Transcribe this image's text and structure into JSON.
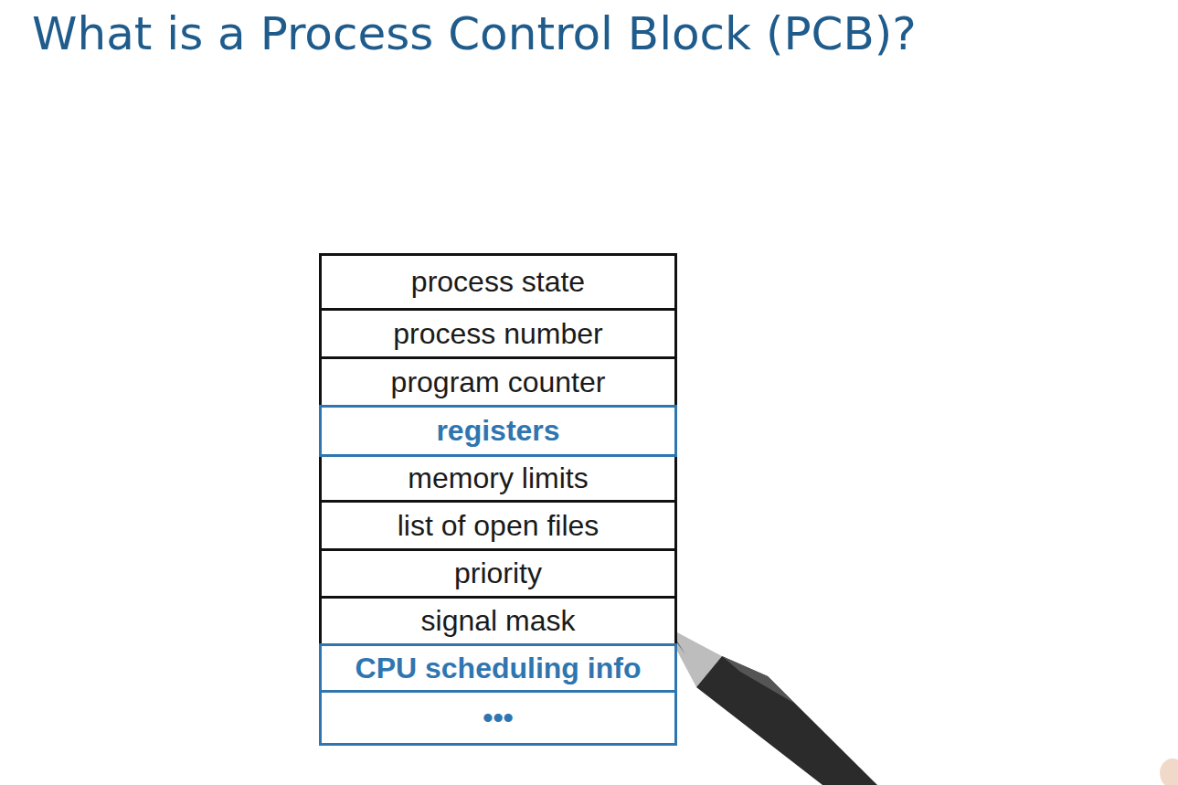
{
  "diagram": {
    "title": "What is a Process Control Block (PCB)?",
    "nodes": [
      {
        "text": [
          "process state"
        ]
      },
      {
        "text": [
          "process number"
        ]
      },
      {
        "text": [
          "program counter"
        ]
      },
      {
        "text": [
          "registers"
        ]
      },
      {
        "text": [
          "memory limits"
        ]
      },
      {
        "text": [
          "list of open files"
        ]
      },
      {
        "text": [
          "priority"
        ]
      },
      {
        "text": [
          "signal mask"
        ]
      },
      {
        "text": [
          "CPU scheduling info"
        ]
      },
      {
        "text": [
          "•••"
        ]
      }
    ]
  }
}
